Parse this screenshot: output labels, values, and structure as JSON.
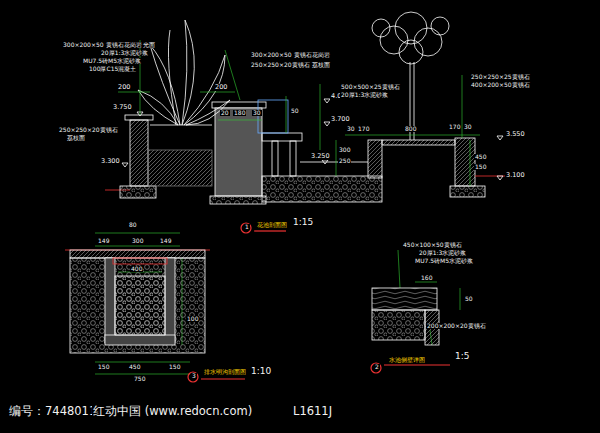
{
  "diagram": {
    "labels": [
      "300×200×50 黄锈石花岗岩 光面",
      "20厚1:3水泥砂浆",
      "MU7.5砖M5水泥砂浆",
      "100厚C15混凝土",
      "200",
      "3.750",
      "250×250×20黄锈石",
      "荔枝面",
      "3.300",
      "200",
      "300×200×50 黄锈石花岗岩",
      "250×250×20黄锈石 荔枝面",
      "20",
      "180",
      "30",
      "50",
      "4.000",
      "3.700",
      "500×500×25黄锈石",
      "20厚1:3水泥砂浆",
      "30",
      "170",
      "800",
      "170",
      "30",
      "3.550",
      "250×250×25黄锈石",
      "400×200×50黄锈石",
      "450",
      "150",
      "3.100",
      "3.250",
      "300",
      "250",
      "1",
      "花池剖面图",
      "1:15",
      "80",
      "149",
      "300",
      "149",
      "400",
      "100",
      "150",
      "450",
      "150",
      "750",
      "3",
      "排水明沟剖面图",
      "1:10",
      "450×100×50黄锈石",
      "20厚1:3水泥砂浆",
      "MU7.5砖M5水泥砂浆",
      "160",
      "50",
      "200×200×20黄锈石",
      "2",
      "水池侧壁详图",
      "1:5",
      "编号：7448011",
      "红动中国 (www.redocn.com)",
      "L1611J"
    ]
  }
}
